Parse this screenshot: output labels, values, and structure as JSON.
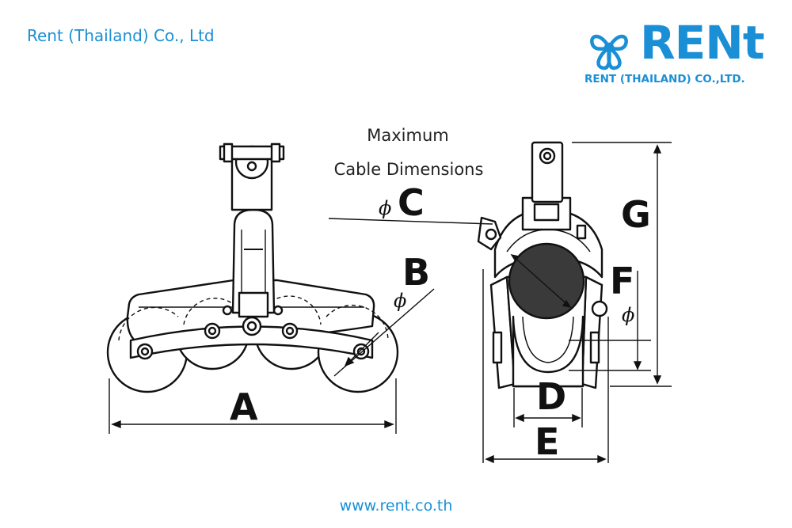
{
  "header": {
    "company_name": "Rent (Thailand) Co., Ltd",
    "logo_word": "RENt",
    "logo_subtitle": "RENT (THAILAND) CO.,LTD.",
    "logo_icon": "flower-icon"
  },
  "diagram": {
    "caption_line1": "Maximum",
    "caption_line2": "Cable Dimensions",
    "phi_symbol": "ϕ",
    "labels": {
      "a": "A",
      "b": "B",
      "c": "C",
      "d": "D",
      "e": "E",
      "f": "F",
      "g": "G"
    }
  },
  "footer": {
    "url": "www.rent.co.th"
  },
  "colors": {
    "brand": "#1a8fd6",
    "line": "#111111",
    "cable": "#3a3a3a"
  }
}
